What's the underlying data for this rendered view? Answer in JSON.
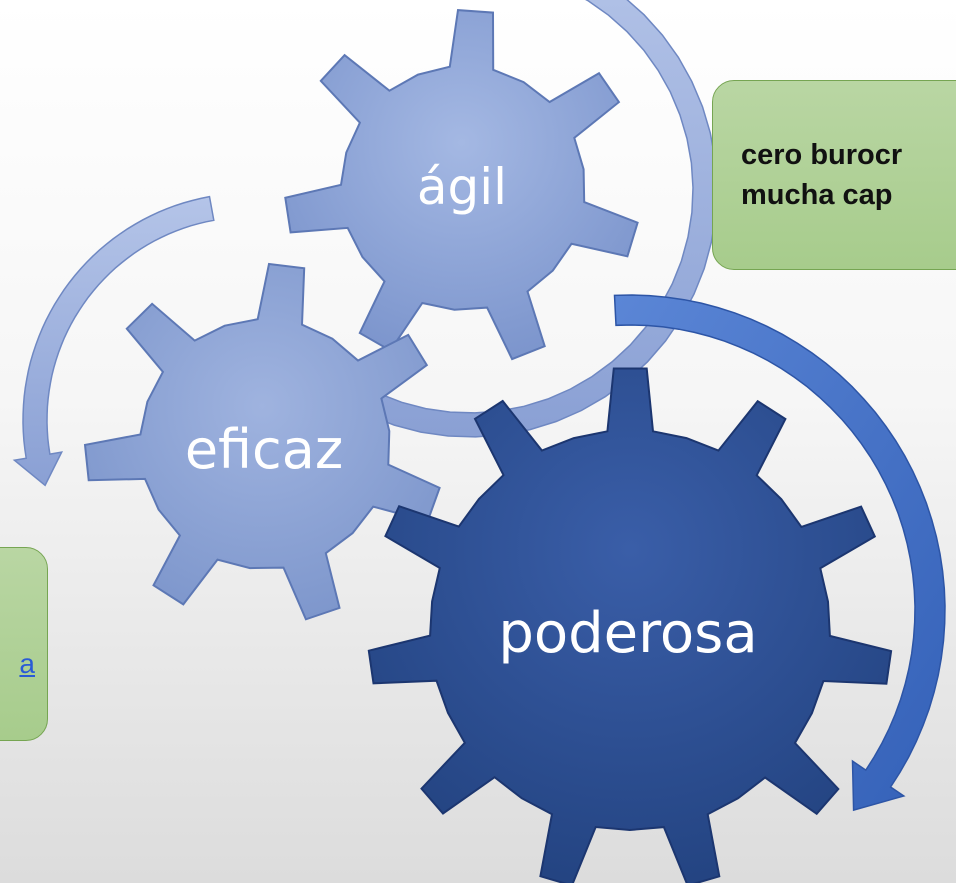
{
  "gears": {
    "agil": "ágil",
    "eficaz": "eficaz",
    "poderosa": "poderosa"
  },
  "callouts": {
    "right_line1": "cero burocr",
    "right_line2": "mucha cap",
    "left_link": "a"
  },
  "colors": {
    "gear_light": "#8aa2d4",
    "gear_dark": "#2b4e93",
    "arrow_light": "#9fb3de",
    "arrow_dark": "#3f6cc0",
    "callout_fill": "#a9cd8e",
    "callout_border": "#76a552"
  },
  "icons": [
    "curved-arrow-icon",
    "gear-icon"
  ]
}
